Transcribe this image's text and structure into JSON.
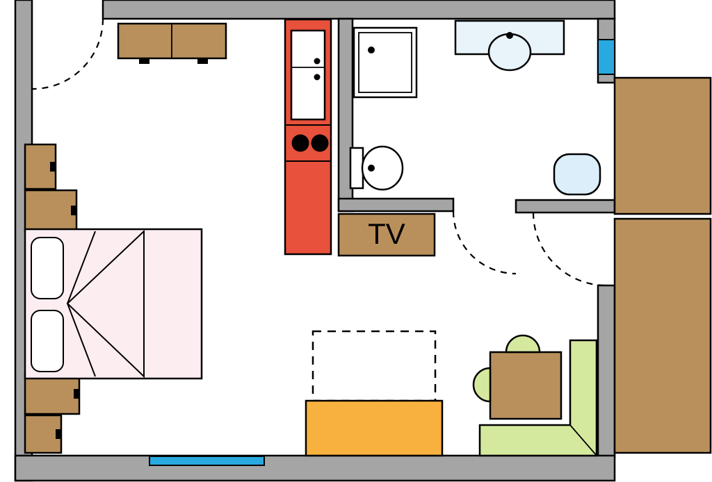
{
  "labels": {
    "tv": "TV"
  },
  "colors": {
    "floor": "#ffffff",
    "outline": "#000000",
    "wall": "#a5a5a5",
    "wood": "#b9905c",
    "kitchen": "#e8513b",
    "bed": "#fcedf1",
    "pillow": "#ffffff",
    "sofa": "#d4e99e",
    "orange": "#f8b13f",
    "window": "#29a9e0",
    "tub": "#dbeefa",
    "sink": "#e8f3fa"
  },
  "objects": {
    "furniture": [
      "sideboard",
      "wardrobe-cabinets",
      "double-bed",
      "kitchenette-fridge-stove",
      "tv-cabinet",
      "dining-table",
      "fold-out-area",
      "corner-sofa",
      "coffee-table",
      "stools"
    ],
    "bathroom_fixtures": [
      "shower",
      "washbasin",
      "toilet",
      "bathtub"
    ],
    "openings": [
      "entry-door",
      "bathroom-door",
      "main-entrance-door",
      "window-bottom",
      "window-right"
    ]
  }
}
